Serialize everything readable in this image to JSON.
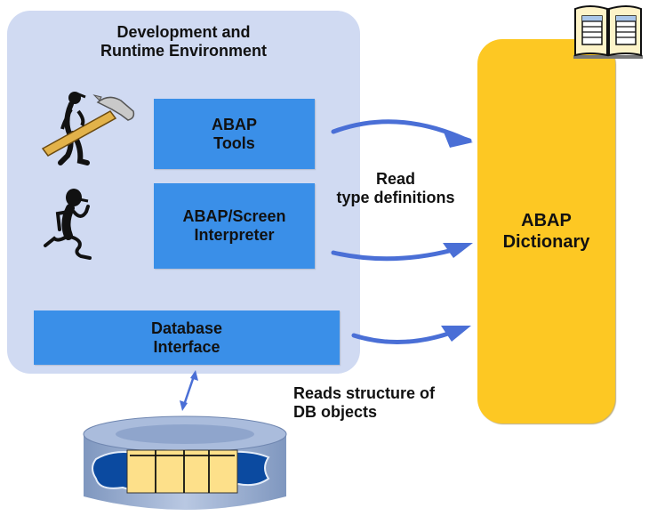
{
  "environment": {
    "title_line1": "Development and",
    "title_line2": "Runtime Environment",
    "background_color": "#d0daf2"
  },
  "components": {
    "abap_tools": {
      "line1": "ABAP",
      "line2": "Tools"
    },
    "interpreter": {
      "line1": "ABAP/Screen",
      "line2": "Interpreter"
    },
    "db_interface": {
      "line1": "Database",
      "line2": "Interface"
    },
    "box_color": "#3a8fe8"
  },
  "dictionary": {
    "line1": "ABAP",
    "line2": "Dictionary",
    "color": "#fdc823"
  },
  "labels": {
    "read_line1": "Read",
    "read_line2": "type definitions",
    "reads_line1": "Reads structure of",
    "reads_line2": "DB objects"
  },
  "icons": {
    "developer": "worker-with-hammer-icon",
    "runner": "running-figure-icon",
    "book": "open-book-icon",
    "database": "database-cylinder-icon"
  },
  "arrow_color": "#4a6fd6"
}
